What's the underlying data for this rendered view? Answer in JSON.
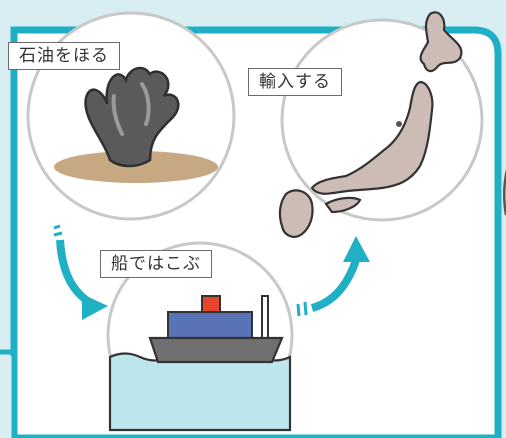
{
  "labels": {
    "dig_oil": "石油をほる",
    "import": "輸入する",
    "ship_transport": "船ではこぶ"
  },
  "colors": {
    "background": "#d8eef3",
    "frame_border": "#1fb0c6",
    "arrow": "#1fb0c6",
    "circle_fill": "#ffffff",
    "circle_border": "#c8c8c8",
    "japan_fill": "#cdbcb6",
    "ground": "#c6a883",
    "oil": "#5a5a5a",
    "sea": "#bde6ec",
    "ship_hull": "#707070",
    "ship_cabin": "#5a73b7",
    "ship_funnel": "#e8452c"
  }
}
